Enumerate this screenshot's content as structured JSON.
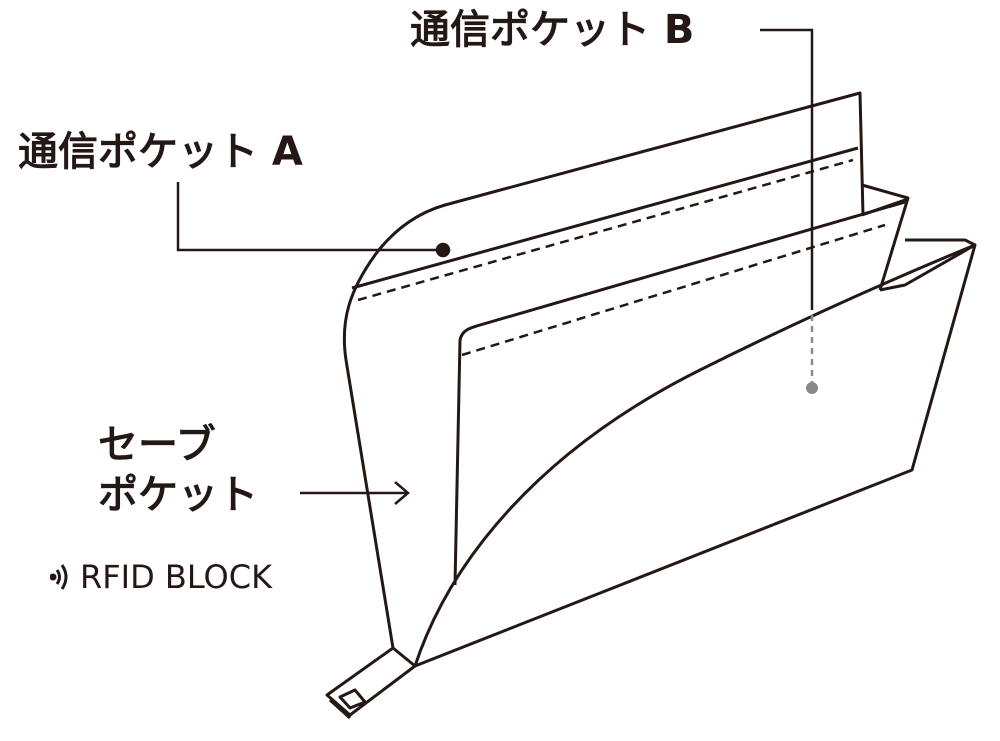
{
  "labels": {
    "pocket_b": "通信ポケット B",
    "pocket_a": "通信ポケット A",
    "save_pocket_line1": "セーブ",
    "save_pocket_line2": "ポケット",
    "rfid": "RFID BLOCK"
  },
  "colors": {
    "line": "#231815",
    "pointer": "#8a8a8a"
  }
}
